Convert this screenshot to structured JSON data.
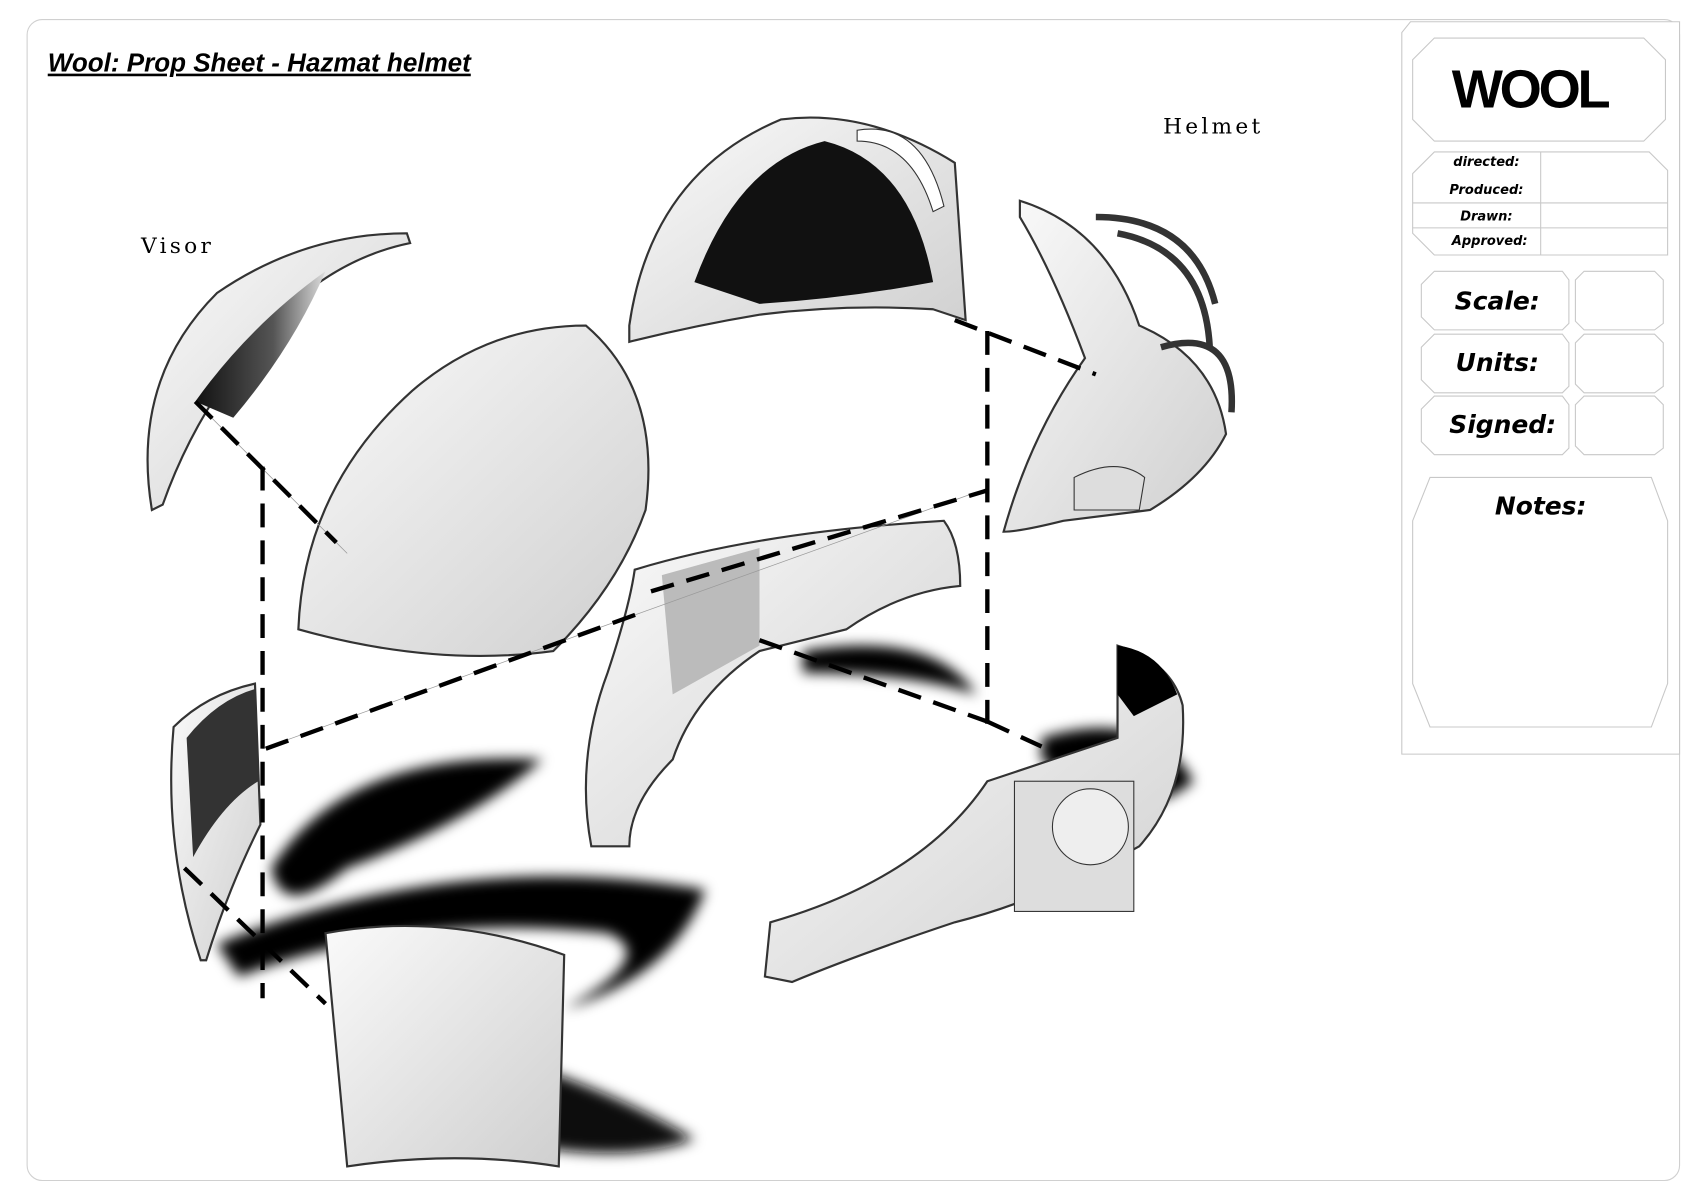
{
  "sheet": {
    "title": "Wool: Prop Sheet - Hazmat helmet",
    "labels": {
      "visor": "Visor",
      "helmet": "Helmet"
    }
  },
  "title_block": {
    "logo": "WOOL",
    "credits": [
      {
        "label": "directed:",
        "value": ""
      },
      {
        "label": "Produced:",
        "value": ""
      },
      {
        "label": "Drawn:",
        "value": ""
      },
      {
        "label": "Approved:",
        "value": ""
      }
    ],
    "scale_label": "Scale:",
    "units_label": "Units:",
    "signed_label": "Signed:",
    "notes_label": "Notes:"
  }
}
